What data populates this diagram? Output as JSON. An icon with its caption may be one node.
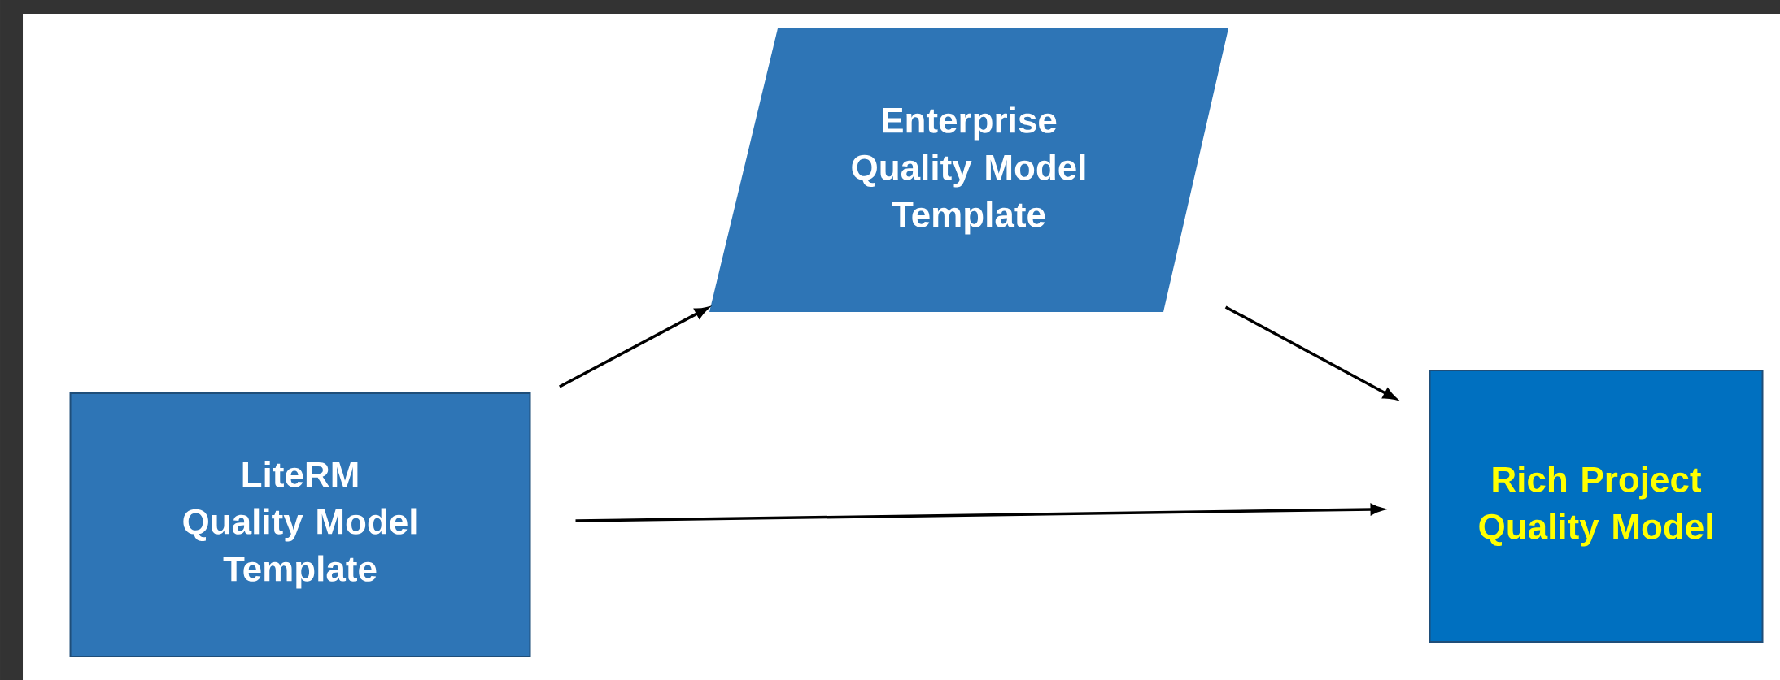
{
  "diagram": {
    "nodes": [
      {
        "text": [
          "LiteRM Quality Model Template"
        ]
      },
      {
        "text": [
          "Enterprise Quality Model Template"
        ]
      },
      {
        "text": [
          "Rich Project Quality Model"
        ]
      }
    ],
    "edges": [
      {
        "from": 0,
        "to": 1,
        "arrow": "to"
      },
      {
        "from": 1,
        "to": 2,
        "arrow": "to"
      },
      {
        "from": 0,
        "to": 2,
        "arrow": "to"
      }
    ]
  }
}
